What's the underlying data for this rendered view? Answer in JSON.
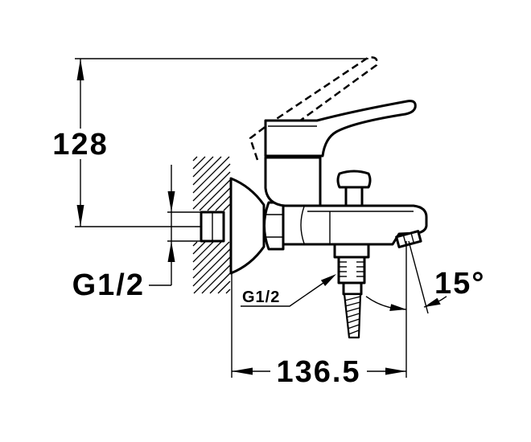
{
  "dimensions": {
    "height": "128",
    "inlet_thread": "G1/2",
    "outlet_thread": "G1/2",
    "spout_angle": "15°",
    "projection": "136.5"
  }
}
